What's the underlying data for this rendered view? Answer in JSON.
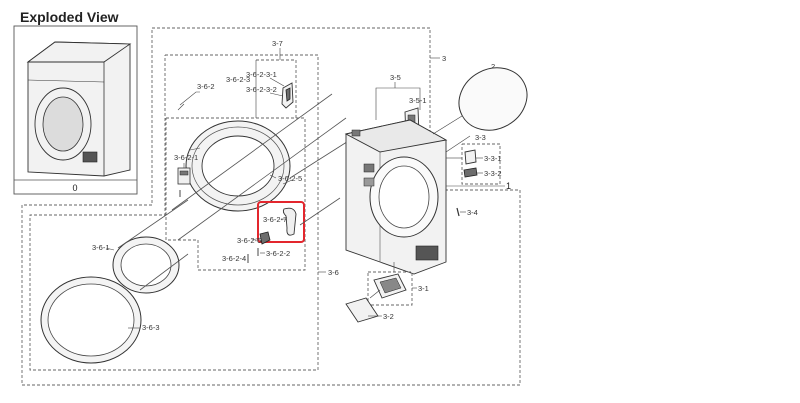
{
  "page": {
    "title": "Exploded View"
  },
  "highlight": {
    "color": "#e3262d"
  },
  "labels": {
    "l0": "0",
    "l1": "1",
    "l2": "2",
    "l3": "3",
    "l3_1": "3-1",
    "l3_2": "3-2",
    "l3_3": "3-3",
    "l3_3_1": "3-3-1",
    "l3_3_2": "3-3-2",
    "l3_4": "3-4",
    "l3_5": "3-5",
    "l3_5_1": "3-5-1",
    "l3_6": "3-6",
    "l3_6_1": "3-6-1",
    "l3_6_2": "3-6-2",
    "l3_6_2_1": "3-6-2-1",
    "l3_6_2_2": "3-6-2-2",
    "l3_6_2_3": "3-6-2-3",
    "l3_6_2_3_1": "3-6-2-3-1",
    "l3_6_2_3_2": "3-6-2-3-2",
    "l3_6_2_4": "3-6-2-4",
    "l3_6_2_5": "3-6-2-5",
    "l3_6_2_6": "3-6-2-6",
    "l3_6_2_7": "3-6-2-7",
    "l3_6_3": "3-6-3",
    "l3_7": "3-7"
  }
}
